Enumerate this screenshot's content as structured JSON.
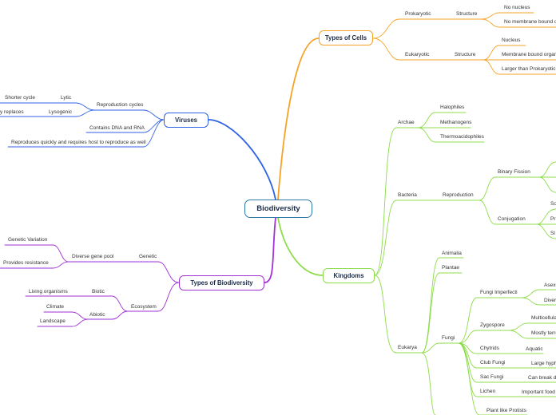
{
  "center": "Biodiversity",
  "colors": {
    "cells": "#f5a326",
    "kingdoms": "#8ddc4a",
    "viruses": "#2f62e8",
    "types": "#a232d6",
    "center_border": "#2e78a8"
  },
  "branches": {
    "cells": {
      "title": "Types of Cells",
      "prokaryotic": {
        "label": "Prokaryotic",
        "structure": "Structure",
        "items": [
          "No nucleus",
          "No membrane bound o"
        ]
      },
      "eukaryotic": {
        "label": "Eukaryotic",
        "structure": "Structure",
        "items": [
          "Nucleus",
          "Membrane bound organ",
          "Larger than Prokaryotic"
        ]
      }
    },
    "kingdoms": {
      "title": "Kingdoms",
      "archae": {
        "label": "Archae",
        "items": [
          "Halophiles",
          "Methanogens",
          "Thermoacidophiles"
        ]
      },
      "bacteria": {
        "label": "Bacteria",
        "reproduction": "Reproduction",
        "binary": "Binary Fission",
        "conjugation": "Conjugation",
        "conj_items": [
          "So",
          "Pr",
          "Sl"
        ]
      },
      "eukarya": {
        "label": "Eukarya",
        "animalia": "Animalia",
        "plantae": "Plantae",
        "fungi": "Fungi",
        "fungi_items": [
          {
            "label": "Fungi Imperfecti",
            "children": [
              "Asexu",
              "Diver"
            ]
          },
          {
            "label": "Zygospore",
            "children": [
              "Multicellula",
              "Mostly terre"
            ]
          },
          {
            "label": "Chytrids",
            "children": [
              "Aquatic"
            ]
          },
          {
            "label": "Club Fungi",
            "children": [
              "Large hyph"
            ]
          },
          {
            "label": "Sac Fungi",
            "children": [
              "Can break d"
            ]
          },
          {
            "label": "Lichen",
            "children": [
              "Important food"
            ]
          }
        ],
        "protists": "Plant like Protists"
      }
    },
    "viruses": {
      "title": "Viruses",
      "reproduction": "Reproduction cycles",
      "lytic": "Lytic",
      "lytic_child": "Shorter cycle",
      "lysogenic": "Lysogenic",
      "lysogenic_child": "y replaces",
      "dna": "Contains DNA and RNA",
      "host": "Reproduces quickly and requires host to reproduce as well"
    },
    "types": {
      "title": "Types of Biodiversity",
      "genetic": "Genetic",
      "gene_pool": "Diverse gene pool",
      "gene_items": [
        "Genetic Variation",
        "Provides resistance"
      ],
      "ecosystem": "Ecosystem",
      "biotic": "Biotic",
      "biotic_child": "Living organisms",
      "abiotic": "Abiotic",
      "abiotic_items": [
        "Climate",
        "Landscape"
      ]
    }
  }
}
